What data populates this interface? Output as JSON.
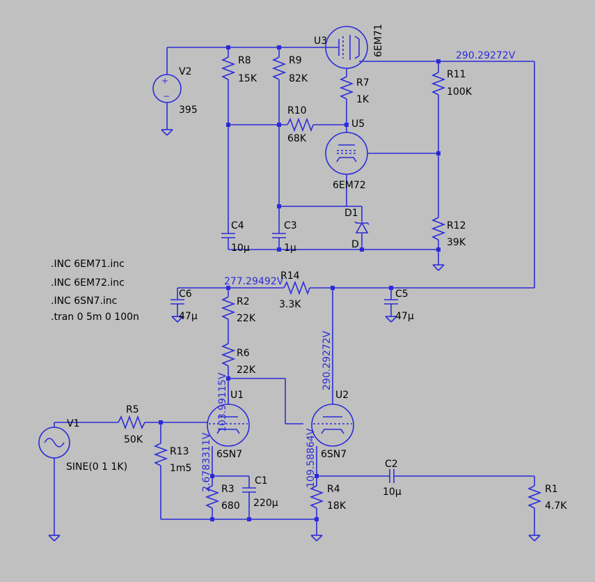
{
  "directives": [
    ".INC 6EM71.inc",
    ".INC 6EM72.inc",
    ".INC 6SN7.inc",
    ".tran 0 5m 0 100n"
  ],
  "components": {
    "V1": {
      "name": "V1",
      "value": "SINE(0 1 1K)"
    },
    "V2": {
      "name": "V2",
      "value": "395"
    },
    "R1": {
      "name": "R1",
      "value": "4.7K"
    },
    "R2": {
      "name": "R2",
      "value": "22K"
    },
    "R3": {
      "name": "R3",
      "value": "680"
    },
    "R4": {
      "name": "R4",
      "value": "18K"
    },
    "R5": {
      "name": "R5",
      "value": "50K"
    },
    "R6": {
      "name": "R6",
      "value": "22K"
    },
    "R7": {
      "name": "R7",
      "value": "1K"
    },
    "R8": {
      "name": "R8",
      "value": "15K"
    },
    "R9": {
      "name": "R9",
      "value": "82K"
    },
    "R10": {
      "name": "R10",
      "value": "68K"
    },
    "R11": {
      "name": "R11",
      "value": "100K"
    },
    "R12": {
      "name": "R12",
      "value": "39K"
    },
    "R13": {
      "name": "R13",
      "value": "1m5"
    },
    "R14": {
      "name": "R14",
      "value": "3.3K"
    },
    "C1": {
      "name": "C1",
      "value": "220µ"
    },
    "C2": {
      "name": "C2",
      "value": "10µ"
    },
    "C3": {
      "name": "C3",
      "value": "1µ"
    },
    "C4": {
      "name": "C4",
      "value": "10µ"
    },
    "C5": {
      "name": "C5",
      "value": "47µ"
    },
    "C6": {
      "name": "C6",
      "value": "47µ"
    },
    "D1": {
      "name": "D1",
      "value": "D"
    },
    "U1": {
      "name": "U1",
      "value": "6SN7"
    },
    "U2": {
      "name": "U2",
      "value": "6SN7"
    },
    "U3": {
      "name": "U3",
      "value": "6EM71"
    },
    "U5": {
      "name": "U5",
      "value": "6EM72"
    }
  },
  "node_voltages": {
    "supply_out": "290.29272V",
    "u2_plate": "290.29272V",
    "r14_left": "277.29492V",
    "u1_plate": "103.99115V",
    "u1_cathode": "2.6783311V",
    "u2_cathode": "109.58864V"
  },
  "colors": {
    "background": "#c0c0c0",
    "wire": "#2b2bd9",
    "text": "#000000"
  }
}
